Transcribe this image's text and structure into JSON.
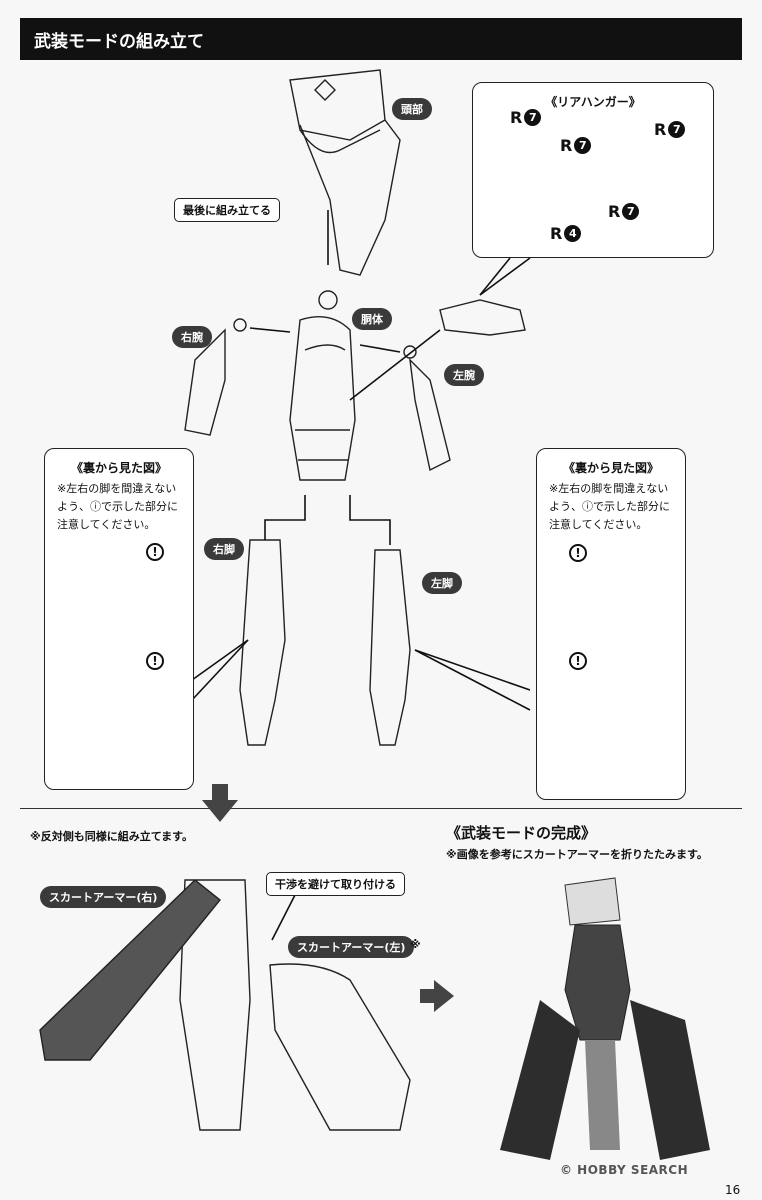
{
  "header": {
    "title": "武装モードの組み立て"
  },
  "callouts": {
    "rear_hanger": {
      "title": "《リアハンガー》"
    },
    "back_view_left": {
      "title": "《裏から見た図》",
      "note": "※左右の脚を間違えないよう、ⓘで示した部分に注意してください。"
    },
    "back_view_right": {
      "title": "《裏から見た図》",
      "note": "※左右の脚を間違えないよう、ⓘで示した部分に注意してください。"
    }
  },
  "parts": {
    "r7": "R",
    "r7_num": "7",
    "r4_num": "4"
  },
  "labels": {
    "head": "頭部",
    "last": "最後に組み立てる",
    "torso": "胴体",
    "right_arm": "右腕",
    "left_arm": "左腕",
    "right_leg": "右脚",
    "left_leg": "左脚",
    "skirt_right": "スカートアーマー(右)",
    "skirt_left": "スカートアーマー(左)",
    "skirt_left_mark": "※",
    "avoid": "干渉を避けて取り付ける",
    "warn_mark": "!"
  },
  "bottom": {
    "same_note": "※反対側も同様に組み立てます。",
    "complete_title": "《武装モードの完成》",
    "complete_note": "※画像を参考にスカートアーマーを折りたたみます。"
  },
  "footer": {
    "watermark": "© HOBBY SEARCH",
    "page_number": "16"
  }
}
